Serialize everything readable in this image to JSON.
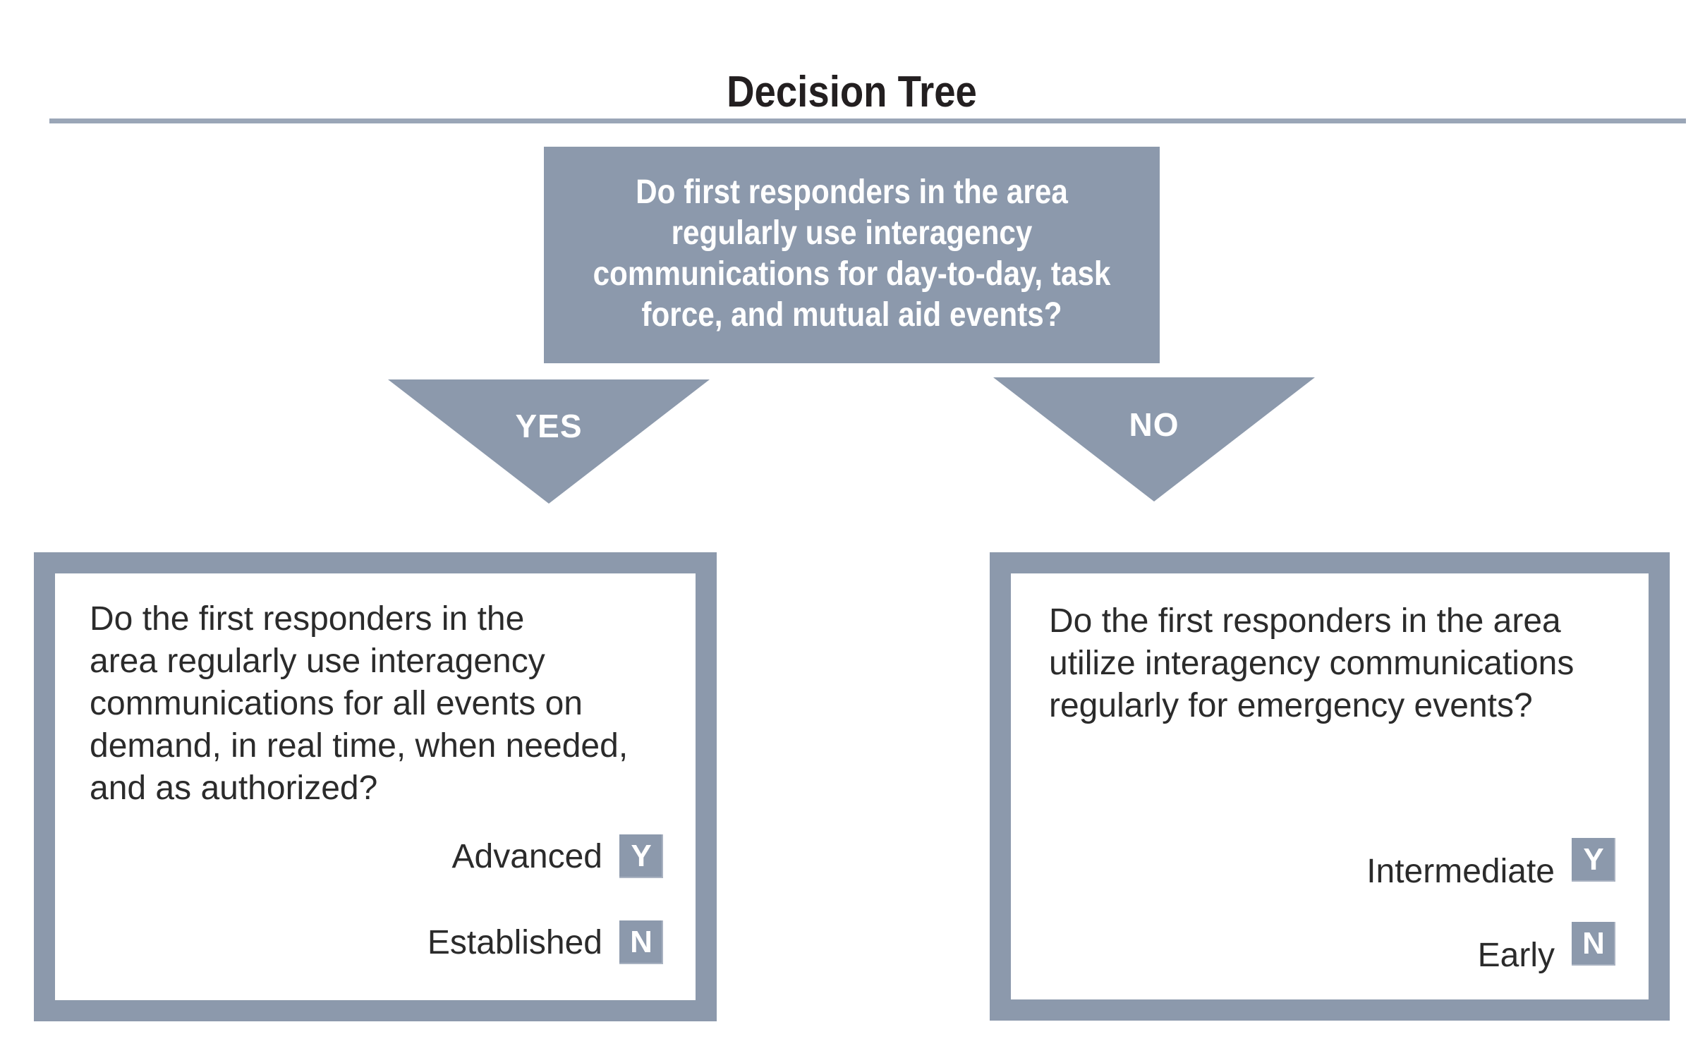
{
  "title": "Decision Tree",
  "colors": {
    "slate": "#8C99AC",
    "divider": "#9AA6B7",
    "text_dark": "#2B2B2B",
    "text_light": "#FFFFFF",
    "background": "#FFFFFF"
  },
  "root_question": {
    "lines": [
      "Do first responders in the area",
      "regularly use interagency",
      "communications for day-to-day, task",
      "force, and mutual aid events?"
    ]
  },
  "branches": {
    "yes": {
      "arrow_label": "YES",
      "question_lines": [
        "Do the first responders in the",
        "area regularly use interagency",
        "communications for all events on",
        "demand, in real time, when needed,",
        "and as authorized?"
      ],
      "outcomes": [
        {
          "label": "Advanced",
          "badge": "Y"
        },
        {
          "label": "Established",
          "badge": "N"
        }
      ]
    },
    "no": {
      "arrow_label": "NO",
      "question_lines": [
        "Do the first responders in the area",
        "utilize interagency communications",
        "regularly for emergency events?"
      ],
      "outcomes": [
        {
          "label": "Intermediate",
          "badge": "Y"
        },
        {
          "label": "Early",
          "badge": "N"
        }
      ]
    }
  }
}
